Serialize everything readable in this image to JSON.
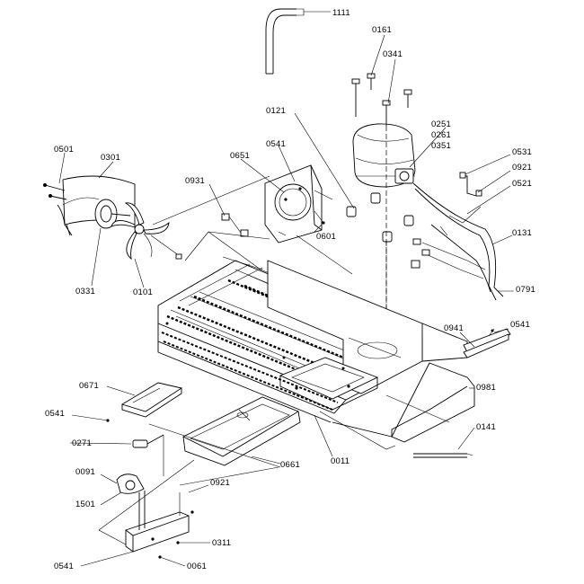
{
  "labels": {
    "p1111": "1111",
    "p0161": "0161",
    "p0341": "0341",
    "p0121": "0121",
    "p0251": "0251",
    "p0261": "0261",
    "p0351": "0351",
    "p0531": "0531",
    "p0921a": "0921",
    "p0521": "0521",
    "p0501": "0501",
    "p0301": "0301",
    "p0541a": "0541",
    "p0651": "0651",
    "p0931": "0931",
    "p0601": "0601",
    "p0131": "0131",
    "p0331": "0331",
    "p0101": "0101",
    "p0791": "0791",
    "p0941": "0941",
    "p0541b": "0541",
    "p0671": "0671",
    "p0981": "0981",
    "p0541c": "0541",
    "p0271": "0271",
    "p0011": "0011",
    "p0141": "0141",
    "p0091": "0091",
    "p0661": "0661",
    "p0921b": "0921",
    "p1501": "1501",
    "p0311": "0311",
    "p0541d": "0541",
    "p0061": "0061"
  }
}
